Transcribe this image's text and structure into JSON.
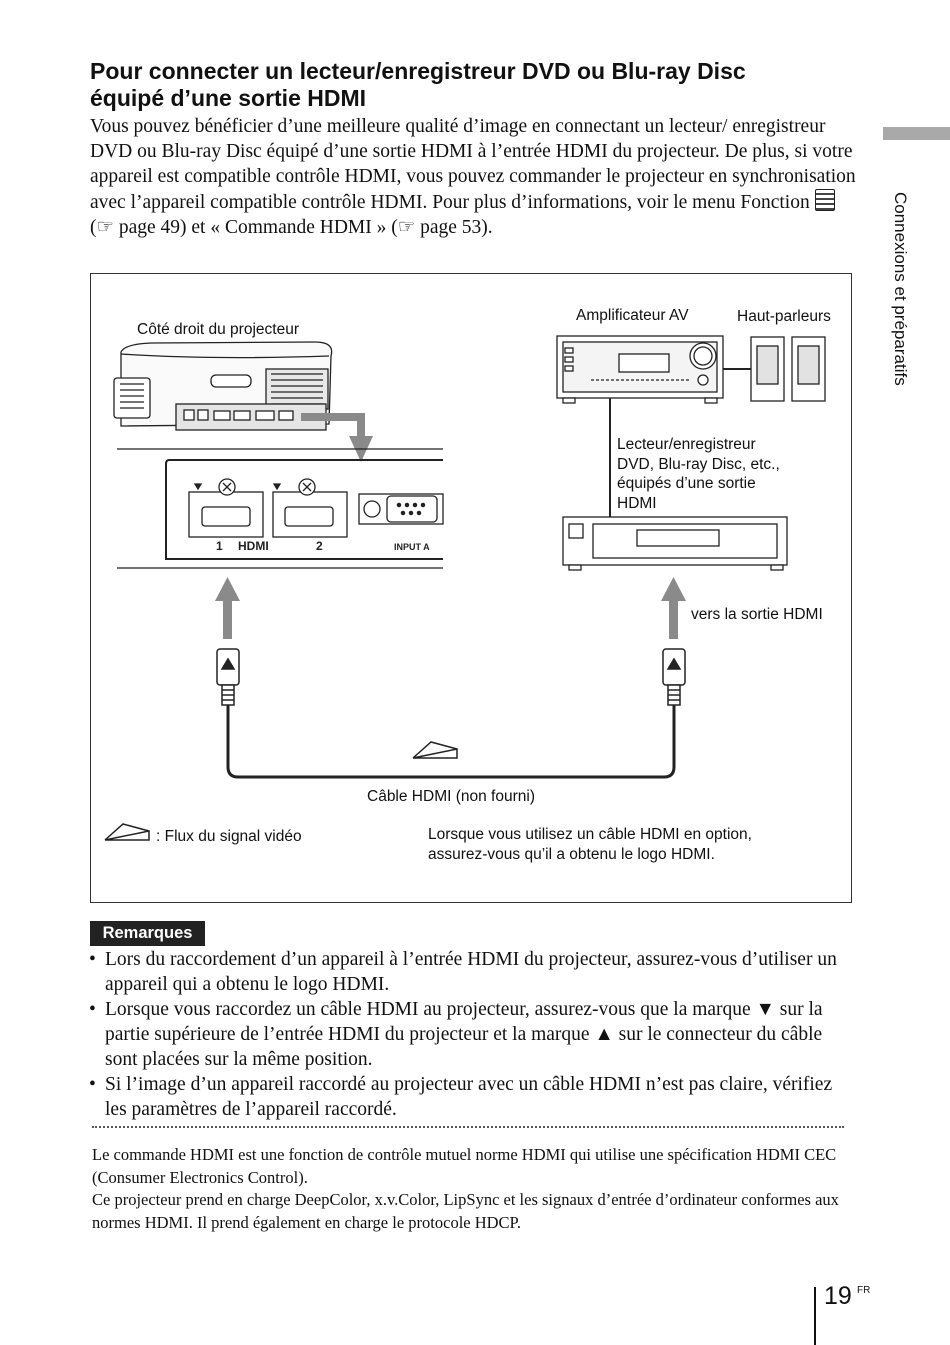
{
  "heading": {
    "line1": "Pour connecter un lecteur/enregistreur DVD ou Blu-ray Disc",
    "line2": "équipé d’une sortie HDMI"
  },
  "intro": {
    "part1": "Vous pouvez bénéficier d’une meilleure qualité d’image en connectant un lecteur/ enregistreur DVD ou Blu-ray Disc équipé d’une sortie HDMI à l’entrée HDMI du projecteur. De plus, si votre appareil est compatible contrôle HDMI, vous pouvez commander le projecteur en synchronisation avec l’appareil compatible contrôle HDMI. Pour plus d’informations, voir le menu Fonction",
    "part2": " (☞ page 49) et « Commande HDMI » (☞ page 53)."
  },
  "sidebar": {
    "section": "Connexions et préparatifs"
  },
  "figure": {
    "projector_side": "Côté droit du projecteur",
    "av_amp": "Amplificateur AV",
    "speakers": "Haut-parleurs",
    "player_l1": "Lecteur/enregistreur",
    "player_l2": "DVD, Blu-ray Disc, etc.,",
    "player_l3": "équipés d’une sortie",
    "player_l4": "HDMI",
    "to_hdmi_out": "vers la sortie HDMI",
    "cable": "Câble HDMI (non fourni)",
    "legend_flow": ": Flux du signal vidéo",
    "optional_note_l1": "Lorsque vous utilisez un câble HDMI en option,",
    "optional_note_l2": "assurez-vous qu’il a obtenu le logo HDMI.",
    "port1": "1",
    "port2": "2",
    "hdmi_logo": "HDMI",
    "input_a": "INPUT A"
  },
  "remarks": {
    "badge": "Remarques",
    "items": [
      "Lors du raccordement d’un appareil à l’entrée HDMI du projecteur, assurez-vous d’utiliser un appareil qui a obtenu le logo HDMI.",
      "Lorsque vous raccordez un câble HDMI au projecteur, assurez-vous que la marque ▼ sur la partie supérieure de l’entrée HDMI du projecteur et la marque ▲ sur le connecteur du câble sont placées sur la même position.",
      "Si l’image d’un appareil raccordé au projecteur avec un câble HDMI n’est pas claire, vérifiez les paramètres de l’appareil raccordé."
    ]
  },
  "footnote": {
    "p1": "Le commande HDMI est une fonction de contrôle mutuel norme HDMI qui utilise une spécification HDMI CEC (Consumer Electronics Control).",
    "p2": "Ce projecteur prend en charge DeepColor, x.v.Color, LipSync et les signaux d’entrée d’ordinateur conformes aux normes HDMI. Il prend également en charge le protocole HDCP."
  },
  "page": {
    "number": "19",
    "lang": "FR"
  }
}
